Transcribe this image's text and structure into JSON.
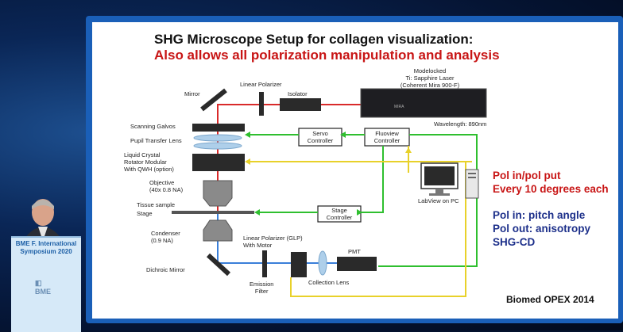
{
  "slide": {
    "title": "SHG Microscope Setup for collagen visualization:",
    "subtitle": "Also allows all polarization manipulation and analysis",
    "credit": "Biomed OPEX 2014"
  },
  "diagram": {
    "mirror": "Mirror",
    "linear_polarizer": "Linear Polarizer",
    "isolator": "Isolator",
    "laser_line1": "Modelocked",
    "laser_line2": "Ti: Sapphire Laser",
    "laser_line3": "(Coherent Mira 900-F)",
    "wavelength": "Wavelength: 890nm",
    "scanning_galvos": "Scanning Galvos",
    "pupil_transfer_lens": "Pupil Transfer Lens",
    "lcrm_line1": "Liquid Crystal",
    "lcrm_line2": "Rotator Modular",
    "lcrm_line3": "With QWH (option)",
    "objective_line1": "Objective",
    "objective_line2": "(40x 0.8 NA)",
    "tissue_sample": "Tissue sample",
    "stage": "Stage",
    "condenser_line1": "Condenser",
    "condenser_line2": "(0.9 NA)",
    "dichroic_mirror": "Dichroic Mirror",
    "glp_line1": "Linear Polarizer (GLP)",
    "glp_line2": "With Motor",
    "pmt": "PMT",
    "emission_line1": "Emission",
    "emission_line2": "Filter",
    "collection_lens": "Collection Lens",
    "servo_line1": "Servo",
    "servo_line2": "Controller",
    "fluoview_line1": "Fluoview",
    "fluoview_line2": "Controller",
    "stage_ctrl_line1": "Stage",
    "stage_ctrl_line2": "Controller",
    "labview": "LabView on PC"
  },
  "notes": {
    "red_line1": "Pol in/pol put",
    "red_line2": "Every 10 degrees each",
    "blue_line1": "Pol in: pitch angle",
    "blue_line2": "Pol out: anisotropy",
    "blue_line3": "SHG-CD"
  },
  "podium": {
    "line1": "BME F. International",
    "line2": "Symposium 2020"
  },
  "colors": {
    "laser_red": "#d92a2a",
    "signal_blue": "#3a7fd9",
    "control_green": "#2fbf2f",
    "control_yellow": "#e8d12a",
    "note_red": "#c81515",
    "note_blue": "#1c2f8a"
  }
}
